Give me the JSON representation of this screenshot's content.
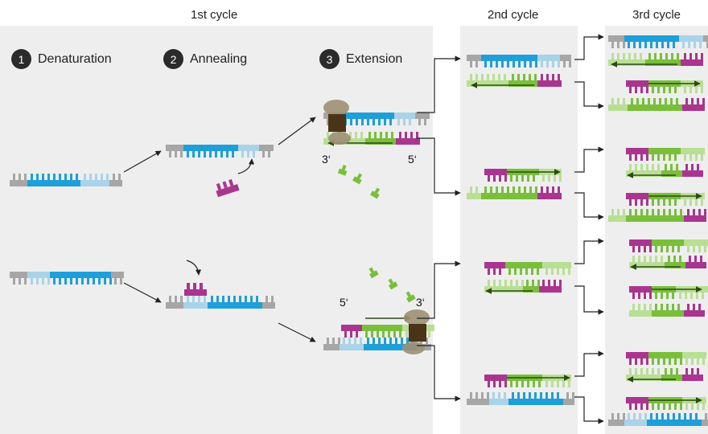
{
  "headers": {
    "cycle1": "1st cycle",
    "cycle2": "2nd cycle",
    "cycle3": "3rd cycle"
  },
  "steps": [
    {
      "num": "1",
      "label": "Denaturation"
    },
    {
      "num": "2",
      "label": "Annealing"
    },
    {
      "num": "3",
      "label": "Extension"
    }
  ],
  "strand_ends": {
    "top_left": "3‘",
    "top_right": "5‘",
    "bottom_left": "5‘",
    "bottom_right": "3‘"
  },
  "colors": {
    "panel_bg": "#eeeeee",
    "template_gray": "#a6a6a6",
    "template_blue": "#1e9fd9",
    "template_lightblue": "#a9d3e8",
    "primer_magenta": "#a9358f",
    "new_green": "#79bf3a",
    "new_lightgreen": "#b9df94",
    "arrow_dark": "#2c4a12",
    "polymerase": "#9c8f73",
    "polymerase_dark": "#4a3418"
  }
}
